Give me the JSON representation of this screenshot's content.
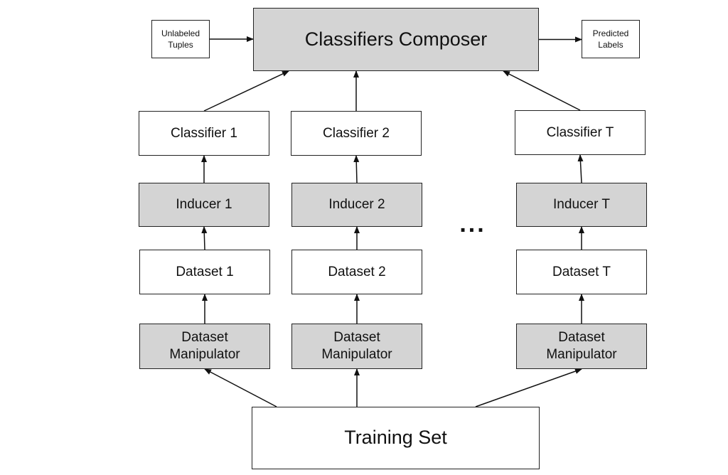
{
  "diagram": {
    "nodes": [
      {
        "id": "unlabeled",
        "label": "Unlabeled\nTuples",
        "fill": "#ffffff"
      },
      {
        "id": "composer",
        "label": "Classifiers Composer",
        "fill": "#d4d4d4"
      },
      {
        "id": "predicted",
        "label": "Predicted\nLabels",
        "fill": "#ffffff"
      },
      {
        "id": "classifier1",
        "label": "Classifier 1",
        "fill": "#ffffff"
      },
      {
        "id": "classifier2",
        "label": "Classifier 2",
        "fill": "#ffffff"
      },
      {
        "id": "classifierT",
        "label": "Classifier T",
        "fill": "#ffffff"
      },
      {
        "id": "inducer1",
        "label": "Inducer 1",
        "fill": "#d4d4d4"
      },
      {
        "id": "inducer2",
        "label": "Inducer 2",
        "fill": "#d4d4d4"
      },
      {
        "id": "inducerT",
        "label": "Inducer T",
        "fill": "#d4d4d4"
      },
      {
        "id": "dataset1",
        "label": "Dataset 1",
        "fill": "#ffffff"
      },
      {
        "id": "dataset2",
        "label": "Dataset 2",
        "fill": "#ffffff"
      },
      {
        "id": "datasetT",
        "label": "Dataset T",
        "fill": "#ffffff"
      },
      {
        "id": "manip1",
        "label": "Dataset\nManipulator",
        "fill": "#d4d4d4"
      },
      {
        "id": "manip2",
        "label": "Dataset\nManipulator",
        "fill": "#d4d4d4"
      },
      {
        "id": "manipT",
        "label": "Dataset\nManipulator",
        "fill": "#d4d4d4"
      },
      {
        "id": "training",
        "label": "Training Set",
        "fill": "#ffffff"
      }
    ],
    "edges": [
      {
        "from": "unlabeled",
        "to": "composer"
      },
      {
        "from": "composer",
        "to": "predicted"
      },
      {
        "from": "classifier1",
        "to": "composer"
      },
      {
        "from": "classifier2",
        "to": "composer"
      },
      {
        "from": "classifierT",
        "to": "composer"
      },
      {
        "from": "inducer1",
        "to": "classifier1"
      },
      {
        "from": "inducer2",
        "to": "classifier2"
      },
      {
        "from": "inducerT",
        "to": "classifierT"
      },
      {
        "from": "dataset1",
        "to": "inducer1"
      },
      {
        "from": "dataset2",
        "to": "inducer2"
      },
      {
        "from": "datasetT",
        "to": "inducerT"
      },
      {
        "from": "manip1",
        "to": "dataset1"
      },
      {
        "from": "manip2",
        "to": "dataset2"
      },
      {
        "from": "manipT",
        "to": "datasetT"
      },
      {
        "from": "training",
        "to": "manip1"
      },
      {
        "from": "training",
        "to": "manip2"
      },
      {
        "from": "training",
        "to": "manipT"
      }
    ],
    "ellipsis": "..."
  }
}
